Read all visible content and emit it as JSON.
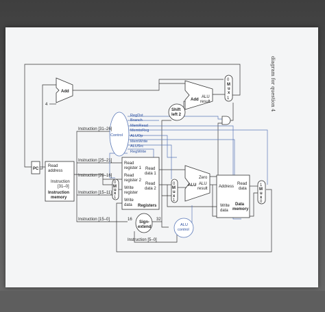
{
  "side_caption": "diagram for question 4",
  "blocks": {
    "pc": "PC",
    "add1": "Add",
    "const4": "4",
    "add2_a": "Add",
    "add2_b": "ALU",
    "add2_c": "result",
    "shift_a": "Shift",
    "shift_b": "left 2",
    "control": "Control",
    "imem_read_address": [
      "Read",
      "address"
    ],
    "imem_instruction": [
      "Instruction",
      "[31–0]"
    ],
    "imem_title": [
      "Instruction",
      "memory"
    ],
    "reg_read1": [
      "Read",
      "register 1"
    ],
    "reg_read2": [
      "Read",
      "register 2"
    ],
    "reg_write": [
      "Write",
      "register"
    ],
    "reg_writedata": [
      "Write",
      "data"
    ],
    "reg_data1": [
      "Read",
      "data 1"
    ],
    "reg_data2": [
      "Read",
      "data 2"
    ],
    "reg_title": "Registers",
    "sign_a": "Sign-",
    "sign_b": "extend",
    "sign_in": "16",
    "sign_out": "32",
    "alu_zero": "Zero",
    "alu_label": "ALU",
    "alu_result": [
      "ALU",
      "result"
    ],
    "alu_control": [
      "ALU",
      "control"
    ],
    "dmem_address": "Address",
    "dmem_read": [
      "Read",
      "data"
    ],
    "dmem_write": [
      "Write",
      "data"
    ],
    "dmem_title": [
      "Data",
      "memory"
    ],
    "mux_top": [
      "0",
      "M",
      "u",
      "x",
      "1"
    ],
    "mux_reg": [
      "0",
      "M",
      "u",
      "x",
      "1"
    ],
    "mux_alu": [
      "0",
      "M",
      "u",
      "x",
      "1"
    ],
    "mux_mem": [
      "1",
      "M",
      "u",
      "x",
      "0"
    ]
  },
  "instruction_fields": {
    "f31_26": "Instruction [31–26]",
    "f25_21": "Instruction [25–21]",
    "f20_16": "Instruction [20–16]",
    "f15_11": "Instruction [15–11]",
    "f15_0": "Instruction [15–0]",
    "f5_0": "Instruction [5–0]"
  },
  "control_signals": [
    "RegDst",
    "Branch",
    "MemRead",
    "MemtoReg",
    "ALUOp",
    "MemWrite",
    "ALUSrc",
    "RegWrite"
  ],
  "colors": {
    "control_signal": "#2a4fa0",
    "wire": "#333333",
    "paper": "#f4f5f6"
  }
}
